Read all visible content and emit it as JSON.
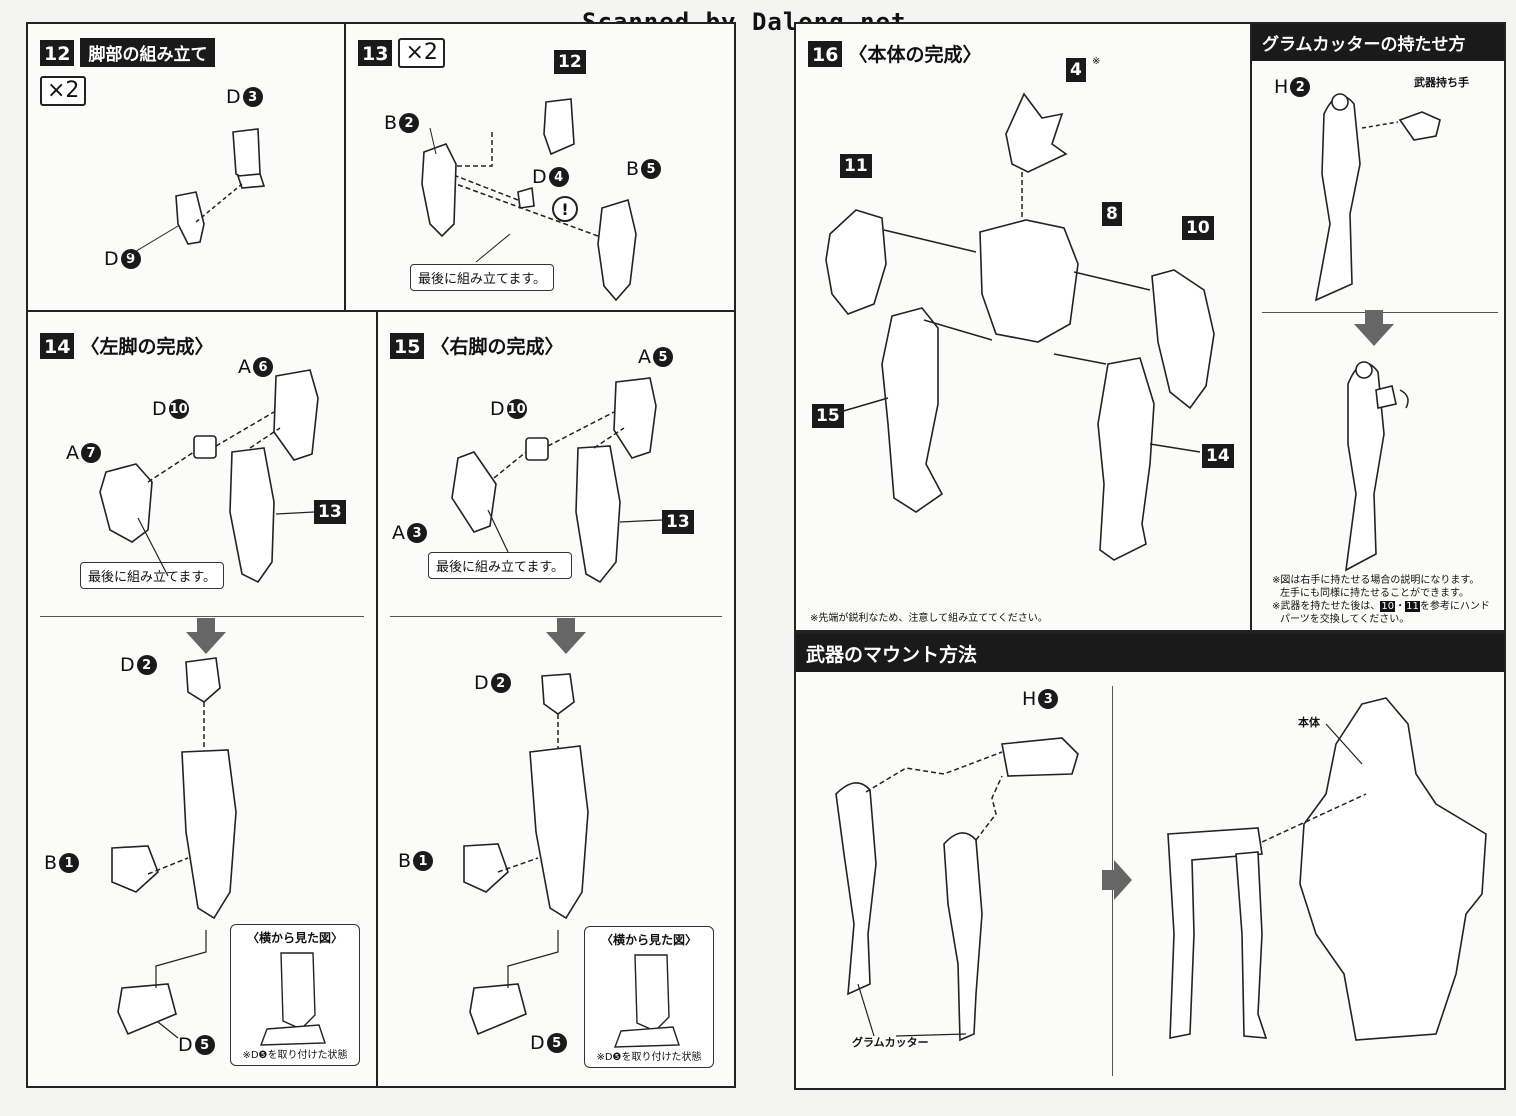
{
  "watermark": "Scanned by Dalong.net",
  "step12": {
    "num": "12",
    "title": "脚部の組み立て",
    "qty": "×2",
    "parts": [
      "D",
      "3",
      "D",
      "9"
    ]
  },
  "step13": {
    "num": "13",
    "qty": "×2",
    "ref": "12",
    "parts": [
      "B",
      "2",
      "D",
      "4",
      "B",
      "5"
    ],
    "caution": "!",
    "note": "最後に組み立てます。"
  },
  "step14": {
    "num": "14",
    "title": "〈左脚の完成〉",
    "ref": "13",
    "parts": [
      "A",
      "6",
      "D",
      "10",
      "A",
      "7",
      "D",
      "2",
      "B",
      "1",
      "D",
      "5"
    ],
    "note": "最後に組み立てます。",
    "side_title": "〈横から見た図〉",
    "side_note": "※D❺を取り付けた状態"
  },
  "step15": {
    "num": "15",
    "title": "〈右脚の完成〉",
    "ref": "13",
    "parts": [
      "A",
      "5",
      "D",
      "10",
      "A",
      "3",
      "D",
      "2",
      "B",
      "1",
      "D",
      "5"
    ],
    "note": "最後に組み立てます。",
    "side_title": "〈横から見た図〉",
    "side_note": "※D❺を取り付けた状態"
  },
  "step16": {
    "num": "16",
    "title": "〈本体の完成〉",
    "refs": [
      "4",
      "11",
      "8",
      "10",
      "15",
      "14"
    ],
    "asterisk": "※",
    "note": "※先端が鋭利なため、注意して組み立ててください。"
  },
  "grip": {
    "title": "グラムカッターの持たせ方",
    "part": [
      "H",
      "2"
    ],
    "hand_label": "武器持ち手",
    "notes": [
      "※図は右手に持たせる場合の説明になります。",
      "左手にも同様に持たせることができます。",
      "※武器を持たせた後は、",
      "10",
      "11",
      "を参考にハンド",
      "パーツを交換してください。"
    ]
  },
  "mount": {
    "title": "武器のマウント方法",
    "part": [
      "H",
      "3"
    ],
    "weapon_label": "グラムカッター",
    "body_label": "本体"
  }
}
